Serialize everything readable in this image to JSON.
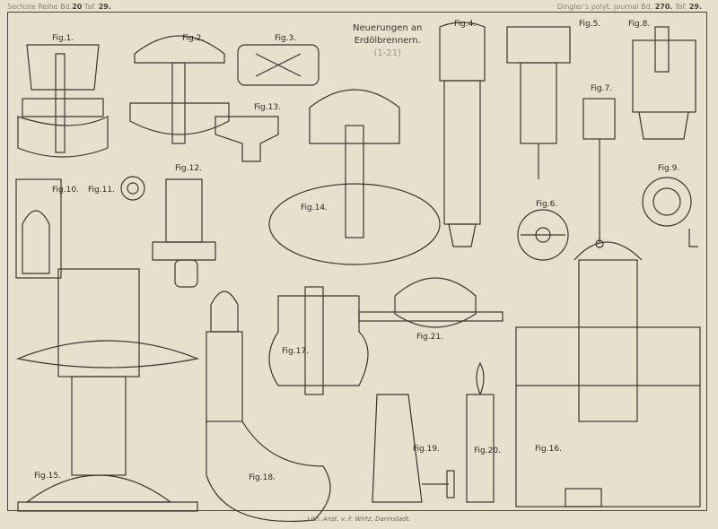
{
  "header": {
    "left": {
      "series": "Sechste Reihe Bd.",
      "volume": "20",
      "plate_label": "Taf.",
      "plate": "29."
    },
    "right": {
      "journal": "Dingler's polyt. Journal Bd.",
      "volume": "270.",
      "plate_label": "Taf.",
      "plate": "29."
    }
  },
  "title": {
    "line1": "Neuerungen an",
    "line2": "Erdölbrennern.",
    "range": "(1-21)"
  },
  "figures": [
    "Fig.1.",
    "Fig.2.",
    "Fig.3.",
    "Fig.4.",
    "Fig.5.",
    "Fig.6.",
    "Fig.7.",
    "Fig.8.",
    "Fig.9.",
    "Fig.10.",
    "Fig.11.",
    "Fig.12.",
    "Fig.13.",
    "Fig.14.",
    "Fig.15.",
    "Fig.16.",
    "Fig.17.",
    "Fig.18.",
    "Fig.19.",
    "Fig.20.",
    "Fig.21."
  ],
  "footer": "Lith. Anst. v. F. Wirtz, Darmstadt."
}
